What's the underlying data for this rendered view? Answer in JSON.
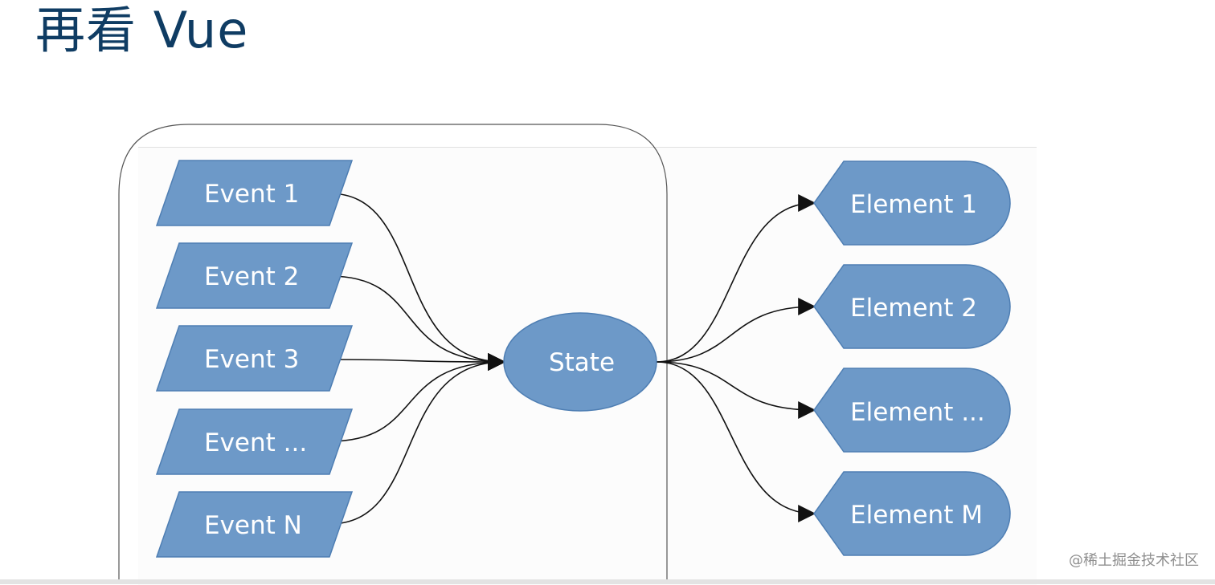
{
  "title": "再看 Vue",
  "diagram": {
    "events": [
      "Event 1",
      "Event 2",
      "Event 3",
      "Event ...",
      "Event N"
    ],
    "state": "State",
    "elements": [
      "Element 1",
      "Element 2",
      "Element ...",
      "Element M"
    ]
  },
  "watermark": "@稀土掘金技术社区",
  "colors": {
    "node_fill": "#6d99c8",
    "node_stroke": "#4e7eb3",
    "title": "#0f3c63"
  }
}
